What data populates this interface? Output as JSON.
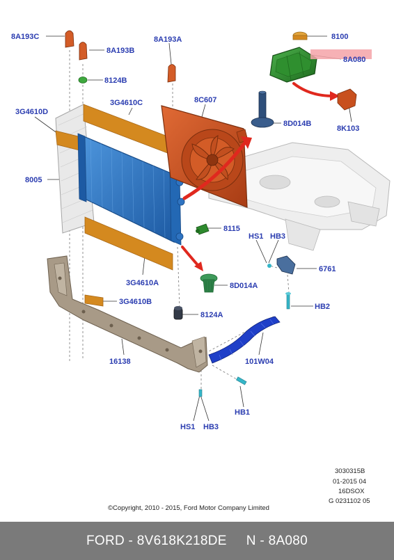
{
  "callouts": {
    "c8A193C": "8A193C",
    "c8A193B": "8A193B",
    "c8A193A": "8A193A",
    "c8124B": "8124B",
    "c8100": "8100",
    "c8A080": "8A080",
    "c3G4610D": "3G4610D",
    "c3G4610C": "3G4610C",
    "c8C607": "8C607",
    "c8D014B": "8D014B",
    "c8K103": "8K103",
    "c8005": "8005",
    "c8115": "8115",
    "cHS1a": "HS1",
    "cHB3a": "HB3",
    "c6761": "6761",
    "c3G4610A": "3G4610A",
    "c8D014A": "8D014A",
    "c3G4610B": "3G4610B",
    "cHB2": "HB2",
    "c8124A": "8124A",
    "c16138": "16138",
    "c101W04": "101W04",
    "cHB1": "HB1",
    "cHS1b": "HS1",
    "cHB3b": "HB3"
  },
  "doc_codes": [
    "3030315B",
    "01-2015 04",
    "16DSOX",
    "G 0231102 05"
  ],
  "copyright": "©Copyright, 2010 - 2015, Ford Motor Company Limited",
  "footer": {
    "part": "FORD - 8V618K218DE",
    "ref": "N - 8A080"
  },
  "colors": {
    "label": "#2a3cb0",
    "highlight": "#f4a3a8",
    "arrow": "#e0281e",
    "radiator": "#2f74c2",
    "fan": "#c8501e",
    "tank": "#2e8a2e",
    "deflector": "#d4891f",
    "frame": "#8a7a66"
  }
}
